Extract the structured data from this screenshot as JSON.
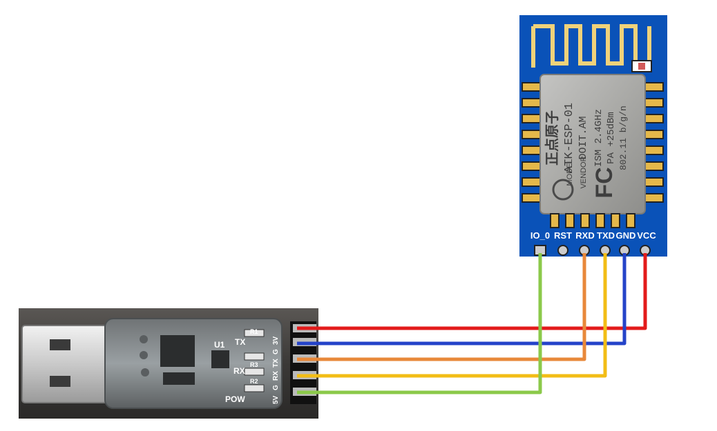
{
  "esp_module": {
    "shield_lines": [
      "正点原子",
      "ATK-ESP-01",
      "DOIT.AM",
      "ISM 2.4GHz",
      "PA +25dBm",
      "802.11 b/g/n",
      "MODEL",
      "VENDOR"
    ],
    "fcc_mark": "FC",
    "pin_labels": [
      "IO_0",
      "RST",
      "RXD",
      "TXD",
      "GND",
      "VCC"
    ]
  },
  "usb_adapter": {
    "tx_label": "TX",
    "rx_label": "RX",
    "pow_label": "POW",
    "u1_label": "U1",
    "r1_label": "R1",
    "r2_label": "R2",
    "r3_label": "R3",
    "pin_labels": [
      "5V",
      "G",
      "RX",
      "TX",
      "G",
      "3V"
    ]
  },
  "wires": [
    {
      "color": "#e31b1b",
      "from": "3V",
      "to": "VCC"
    },
    {
      "color": "#2443c9",
      "from": "G",
      "to": "GND"
    },
    {
      "color": "#e8883a",
      "from": "TX",
      "to": "RXD"
    },
    {
      "color": "#f2bd16",
      "from": "RX",
      "to": "TXD"
    },
    {
      "color": "#8bc94a",
      "from": "G",
      "to": "IO_0"
    }
  ]
}
